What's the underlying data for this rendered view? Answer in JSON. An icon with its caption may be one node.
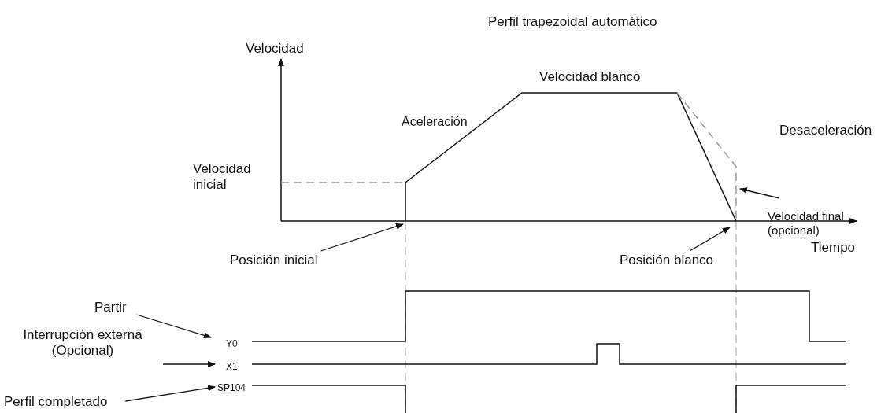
{
  "diagram": {
    "title": "Perfil trapezoidal automático",
    "nodes": [
      {
        "text": [
          "Posición inicial"
        ]
      },
      {
        "text": [
          "Posición blanco"
        ]
      },
      {
        "text": [
          "Velocidad final (opcional)"
        ]
      },
      {
        "text": [
          "Partir"
        ]
      },
      {
        "text": [
          "Interrupción externa (Opcional)"
        ]
      },
      {
        "text": [
          "Perfil completado"
        ]
      },
      {
        "text": [
          "Y0"
        ]
      },
      {
        "text": [
          "X1"
        ]
      },
      {
        "text": [
          "SP104"
        ]
      }
    ],
    "edges": [
      {
        "from": 0,
        "to": null,
        "arrow": "to"
      },
      {
        "from": 1,
        "to": null,
        "arrow": "to"
      },
      {
        "from": 2,
        "to": null,
        "arrow": "to"
      },
      {
        "from": 3,
        "to": 6,
        "arrow": "to"
      },
      {
        "from": 4,
        "to": 7,
        "arrow": "to"
      },
      {
        "from": 5,
        "to": 8,
        "arrow": "to"
      }
    ],
    "labels": [
      "Velocidad",
      "Velocidad blanco",
      "Aceleración",
      "Desaceleración",
      "Velocidad inicial",
      "Tiempo"
    ]
  }
}
